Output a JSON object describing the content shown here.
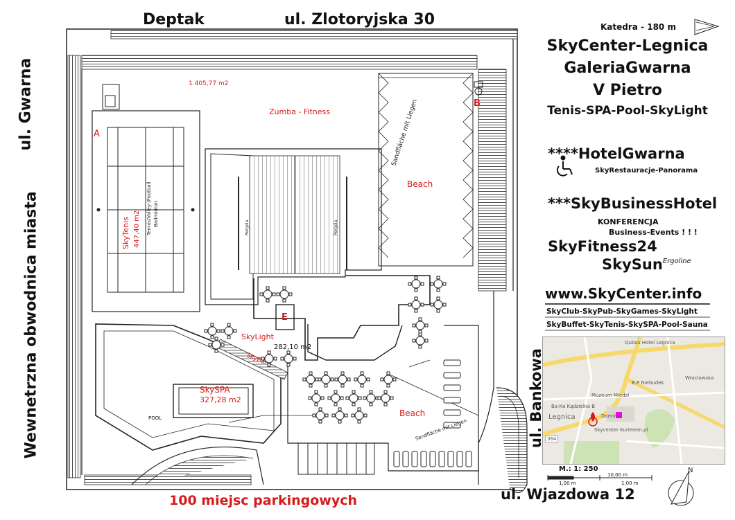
{
  "streets": {
    "top_left": "Deptak",
    "top": "ul. Zlotoryjska 30",
    "left_upper": "ul. Gwarna",
    "left_lower": "Wewnetrzna obwodnica miasta",
    "right": "ul. Bankowa",
    "bottom_right": "ul. Wjazdowa 12",
    "bottom": "100 miejsc parkingowych"
  },
  "header": {
    "katedra": "Katedra - 180 m",
    "title1": "SkyCenter-Legnica",
    "title2": "GaleriaGwarna",
    "title3": "V Pietro",
    "title4": "Tenis-SPA-Pool-SkyLight",
    "hotel1": "****HotelGwarna",
    "restaurant": "SkyRestauracje-Panorama",
    "hotel2": "***SkyBusinessHotel",
    "conf1": "KONFERENCJA",
    "conf2": "Business-Events ! ! !",
    "fitness": "SkyFitness24",
    "sun": "SkySun",
    "sun_sup": "Ergoline",
    "website": "www.SkyCenter.info",
    "line1": "SkyClub-SkyPub-SkyGames-SkyLight",
    "line2": "SkyBuffet-SkyTenis-SkySPA-Pool-Sauna"
  },
  "plan_labels": {
    "area_total": "1.405,77 m2",
    "zumba": "Zumba - Fitness",
    "beach_top": "Beach",
    "sandflaeche_top": "Sandfläche mit Liegen",
    "skytenis": "SkyTenis",
    "skytenis_area": "447,40 m2",
    "tennis_sub1": "Tennis/Volley-/Football",
    "tennis_sub2": "Badminton",
    "skylight": "SkyLight",
    "skylight_area": "282,10 m2",
    "skybar": "SkyBar",
    "skyspa": "SkySPA",
    "skyspa_area": "327,28 m2",
    "pool": "POOL",
    "beach_bottom": "Beach",
    "sandflaeche_bottom": "Sandfläche mit Liegen",
    "marker_a": "A",
    "marker_b": "B",
    "marker_e": "E",
    "pergola_left": "Pergola",
    "pergola_right": "Pergola"
  },
  "scale": {
    "ratio": "M.: 1: 250",
    "bar_label": "10,00 m",
    "tick_left": "1,00 m",
    "tick_right": "1,00 m"
  },
  "map_inset": {
    "hotel_label": "Qubus Hotel Legnica",
    "street1": "Wrocławska",
    "street2": "Muzeum Miedzi",
    "street3": "Legnica",
    "street4": "Ba-Ka Kądzielka B",
    "poi1": "Dominik",
    "poi2": "B.P Niebudek",
    "marker_label": "Skycenter Kurierem.pl",
    "road_num": "364"
  },
  "colors": {
    "red_label": "#d61a1a",
    "title_black": "#111111",
    "map_road_yellow": "#f6d86b",
    "map_green": "#cde3b5",
    "map_marker_magenta": "#ff00ff"
  }
}
